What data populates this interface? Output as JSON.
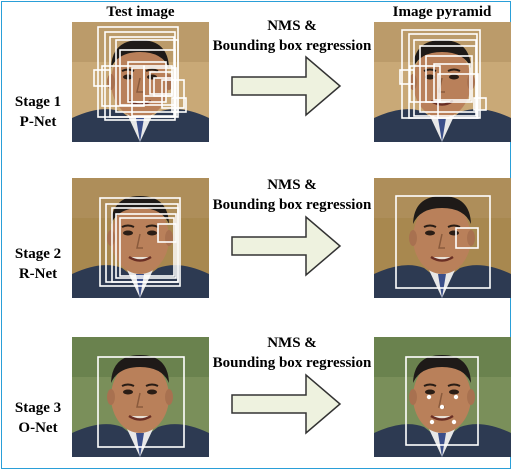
{
  "headers": {
    "left": "Test image",
    "right": "Image pyramid"
  },
  "stages": [
    {
      "stage": "Stage 1",
      "net": "P-Net",
      "operation": "NMS &",
      "operation2": "Bounding box regression"
    },
    {
      "stage": "Stage 2",
      "net": "R-Net",
      "operation": "NMS &",
      "operation2": "Bounding box regression"
    },
    {
      "stage": "Stage 3",
      "net": "O-Net",
      "operation": "NMS &",
      "operation2": "Bounding box regression"
    }
  ],
  "colors": {
    "arrow_fill": "#eef2df",
    "arrow_stroke": "#333333",
    "frame": "#2a9fd8",
    "box": "#ffffff"
  }
}
